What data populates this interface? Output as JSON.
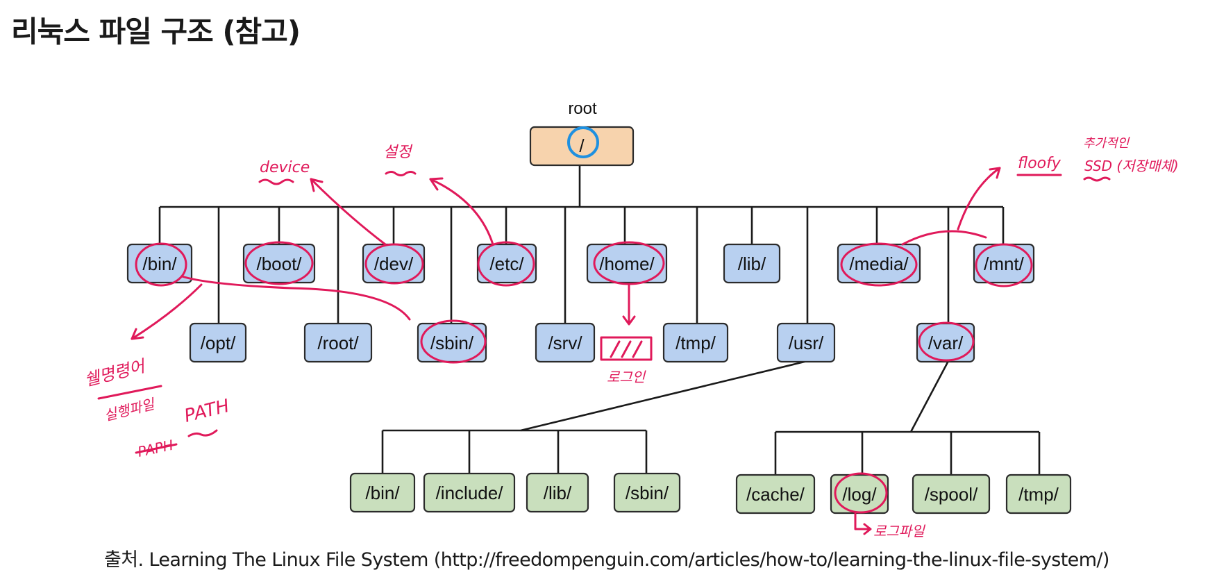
{
  "title": "리눅스 파일 구조 (참고)",
  "root_label": "root",
  "root_node": "/",
  "level1_top": [
    "/bin/",
    "/boot/",
    "/dev/",
    "/etc/",
    "/home/",
    "/lib/",
    "/media/",
    "/mnt/"
  ],
  "level1_bottom": [
    "/opt/",
    "/root/",
    "/sbin/",
    "/srv/",
    "/tmp/",
    "/usr/",
    "/var/"
  ],
  "usr_children": [
    "/bin/",
    "/include/",
    "/lib/",
    "/sbin/"
  ],
  "var_children": [
    "/cache/",
    "/log/",
    "/spool/",
    "/tmp/"
  ],
  "annotations": {
    "device": "device",
    "settings": "설정",
    "floppy": "floofy",
    "additional": "추가적인",
    "ssd": "SSD (저장매체)",
    "shell_commands": "쉘명령어",
    "executables": "실행파일",
    "path": "PATH",
    "path_strike": "PAPH",
    "login": "로그인",
    "log_file": "로그파일"
  },
  "colors": {
    "root_fill": "#f7d3ad",
    "level1_fill": "#b8d0f0",
    "level2_fill": "#c9dfbd",
    "annotation": "#e0195a",
    "root_circle": "#1e90e0"
  },
  "source": "출처. Learning The Linux File System (http://freedompenguin.com/articles/how-to/learning-the-linux-file-system/)"
}
